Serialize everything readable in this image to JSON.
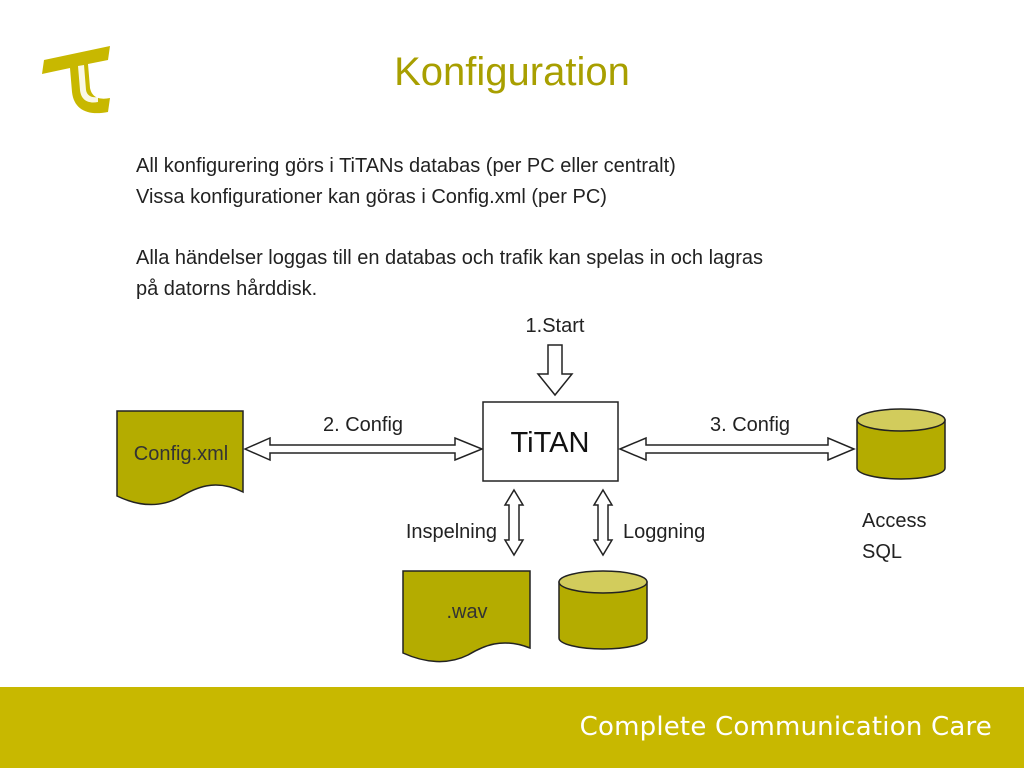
{
  "title": "Konfiguration",
  "paragraphs": {
    "line1": "All konfigurering görs i TiTANs databas (per PC eller centralt)",
    "line2": "Vissa konfigurationer kan göras i Config.xml (per PC)",
    "line3": "Alla händelser loggas till en databas och trafik kan spelas in och lagras",
    "line4": "på datorns hårddisk."
  },
  "diagram": {
    "center_label": "TiTAN",
    "start_label": "1.Start",
    "config_left_label": "2. Config",
    "config_right_label": "3. Config",
    "config_file_label": "Config.xml",
    "access_label_1": "Access",
    "access_label_2": "SQL",
    "recording_label": "Inspelning",
    "logging_label": "Loggning",
    "wav_label": ".wav"
  },
  "footer": {
    "tagline": "Complete Communication Care"
  },
  "colors": {
    "brand": "#c8b800",
    "title": "#a89f00",
    "shape_fill": "#b4ac00"
  }
}
